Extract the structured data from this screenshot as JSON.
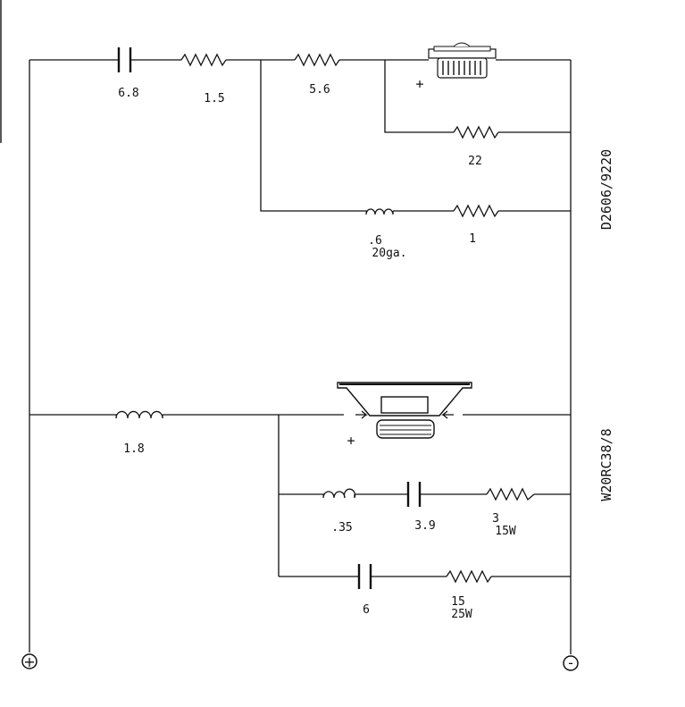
{
  "tweeter": {
    "model": "D2606/9220",
    "polarity": "+",
    "components": {
      "c1": "6.8",
      "r1": "1.5",
      "r2": "5.6",
      "r3": "22",
      "l1": ".6",
      "l1_gauge": "20ga.",
      "r4": "1"
    }
  },
  "woofer": {
    "model": "W20RC38/8",
    "polarity": "+",
    "components": {
      "l1": "1.8",
      "l2": ".35",
      "c1": "3.9",
      "r1": "3",
      "r1_watt": "15W",
      "c2": "6",
      "r2": "15",
      "r2_watt": "25W"
    }
  },
  "terminals": {
    "positive": "+",
    "negative": "-"
  }
}
